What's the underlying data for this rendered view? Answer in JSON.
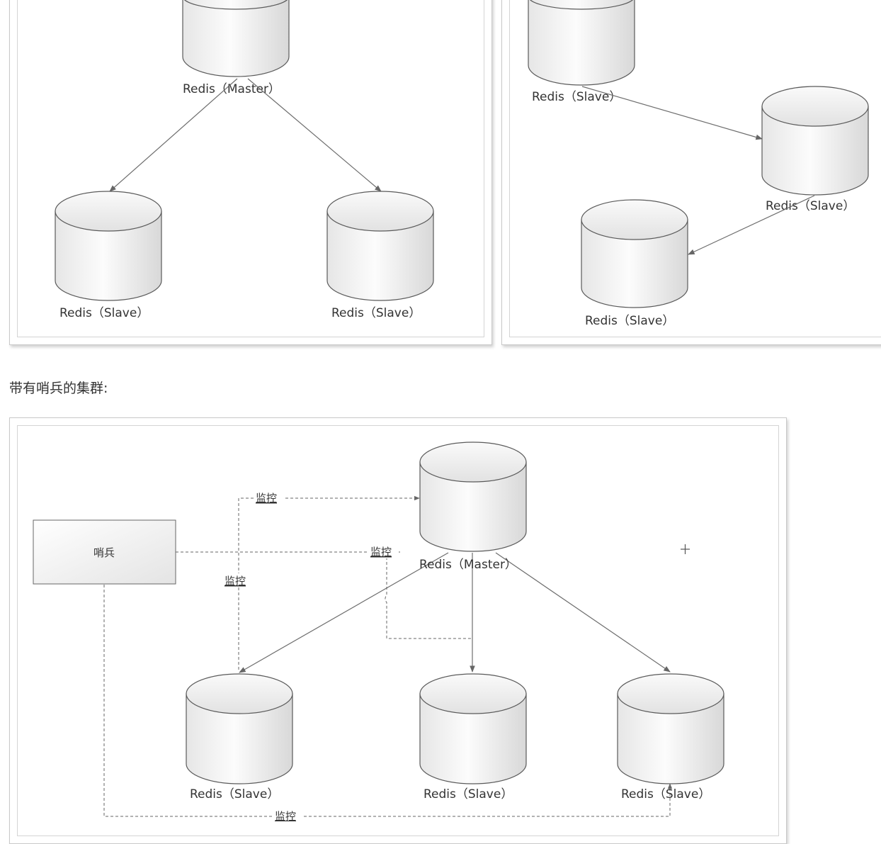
{
  "caption": "带有哨兵的集群:",
  "labels": {
    "master": "Redis（Master）",
    "slave": "Redis（Slave）",
    "sentinel": "哨兵",
    "monitor": "监控"
  }
}
